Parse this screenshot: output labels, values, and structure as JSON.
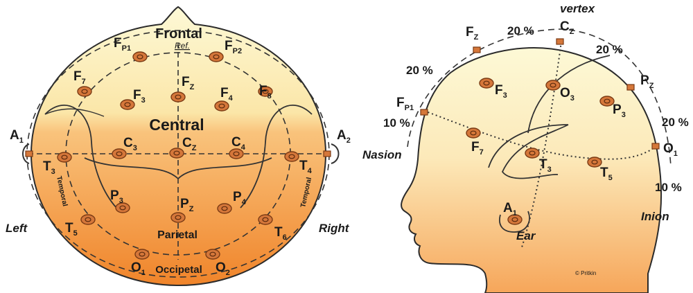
{
  "left_view": {
    "regions": {
      "frontal": "Frontal",
      "central": "Central",
      "parietal": "Parietal",
      "occipetal": "Occipetal",
      "temporal_left": "Temporal",
      "temporal_right": "Temporal"
    },
    "ref_label": "Ref.",
    "side_left": "Left",
    "side_right": "Right",
    "electrodes": {
      "fp1": {
        "main": "F",
        "sub": "P1"
      },
      "fp2": {
        "main": "F",
        "sub": "P2"
      },
      "f7": {
        "main": "F",
        "sub": "7"
      },
      "f3": {
        "main": "F",
        "sub": "3"
      },
      "fz": {
        "main": "F",
        "sub": "Z"
      },
      "f4": {
        "main": "F",
        "sub": "4"
      },
      "f8": {
        "main": "F",
        "sub": "8"
      },
      "a1": {
        "main": "A",
        "sub": "1"
      },
      "t3": {
        "main": "T",
        "sub": "3"
      },
      "c3": {
        "main": "C",
        "sub": "3"
      },
      "cz": {
        "main": "C",
        "sub": "Z"
      },
      "c4": {
        "main": "C",
        "sub": "4"
      },
      "t4": {
        "main": "T",
        "sub": "4"
      },
      "a2": {
        "main": "A",
        "sub": "2"
      },
      "p3": {
        "main": "P",
        "sub": "3"
      },
      "pz": {
        "main": "P",
        "sub": "Z"
      },
      "p4": {
        "main": "P",
        "sub": "4"
      },
      "t5": {
        "main": "T",
        "sub": "5"
      },
      "t6": {
        "main": "T",
        "sub": "6"
      },
      "o1": {
        "main": "O",
        "sub": "1"
      },
      "o2": {
        "main": "O",
        "sub": "2"
      }
    }
  },
  "right_view": {
    "vertex": "vertex",
    "nasion": "Nasion",
    "inion": "Inion",
    "ear": "Ear",
    "credit": "© Pritkin",
    "percents": {
      "top_left_arc": "20 %",
      "top_between": "20 %",
      "top_right_arc": "20 %",
      "right_arc": "20 %",
      "left_small": "10 %",
      "right_small": "10 %"
    },
    "electrodes": {
      "fz": {
        "main": "F",
        "sub": "Z"
      },
      "cz": {
        "main": "C",
        "sub": "Z"
      },
      "pz": {
        "main": "P",
        "sub": "Z"
      },
      "fp1": {
        "main": "F",
        "sub": "P1"
      },
      "f3": {
        "main": "F",
        "sub": "3"
      },
      "o3": {
        "main": "O",
        "sub": "3"
      },
      "p3": {
        "main": "P",
        "sub": "3"
      },
      "f7": {
        "main": "F",
        "sub": "7"
      },
      "t3": {
        "main": "T",
        "sub": "3"
      },
      "t5": {
        "main": "T",
        "sub": "5"
      },
      "o1": {
        "main": "O",
        "sub": "1"
      },
      "a1": {
        "main": "A",
        "sub": "1"
      }
    }
  },
  "colors": {
    "head_top": "#fdf6cc",
    "head_bottom": "#f28a2e",
    "electrode_fill": "#d5773a",
    "electrode_stroke": "#7a3a14"
  }
}
